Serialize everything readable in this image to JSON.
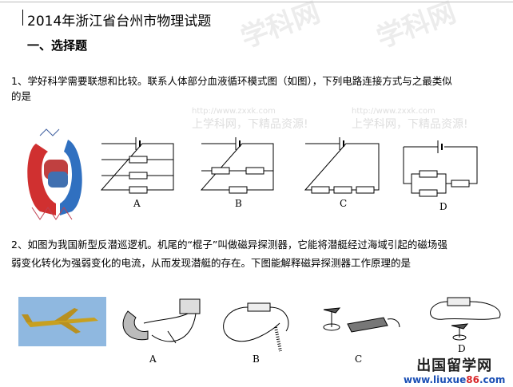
{
  "title": "2014年浙江省台州市物理试题",
  "section": "一、选择题",
  "watermark": {
    "big": "学科网",
    "url": "http://www.zxxk.com",
    "slogan": "上学科网，下精品资源!"
  },
  "q1": {
    "line1": "1、学好科学需要联想和比较。联系人体部分血液循环模式图（如图），下列电路连接方式与之最类似",
    "line2": "的是",
    "options": [
      "A",
      "B",
      "C",
      "D"
    ]
  },
  "q2": {
    "line1": "2、如图为我国新型反潜巡逻机。机尾的“棍子”叫做磁异探测器，它能将潜艇经过海域引起的磁场强",
    "line2": "弱变化转化为强弱变化的电流，从而发现潜艇的存在。下图能解释磁异探测器工作原理的是",
    "options": [
      "A",
      "B",
      "C",
      "D"
    ]
  },
  "logo": {
    "name": "出国留学网",
    "url_pre": "www.liuxue",
    "url_num": "86",
    "url_post": ".com"
  }
}
